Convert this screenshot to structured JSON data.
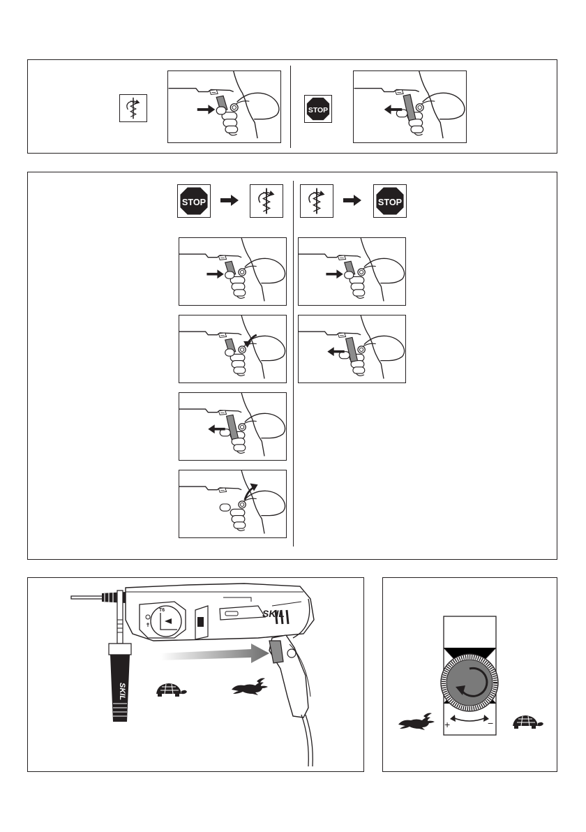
{
  "symbols": {
    "stop_label": "STOP",
    "rotation_icon": "rotation-icon",
    "stop_icon": "stop-sign-icon",
    "arrow_icon": "arrow-right-icon"
  },
  "tool": {
    "brand": "SKIL",
    "mode_dial_label": "T6",
    "handle_brand": "SKIL",
    "slow_icon": "turtle-icon",
    "fast_icon": "rabbit-icon"
  },
  "speed_dial": {
    "plus_label": "+",
    "minus_label": "−",
    "fast_icon": "rabbit-icon",
    "slow_icon": "turtle-icon"
  },
  "colors": {
    "line": "#231f20",
    "switch_gray": "#8c8c8c",
    "dial_gray": "#7a7a7a"
  }
}
